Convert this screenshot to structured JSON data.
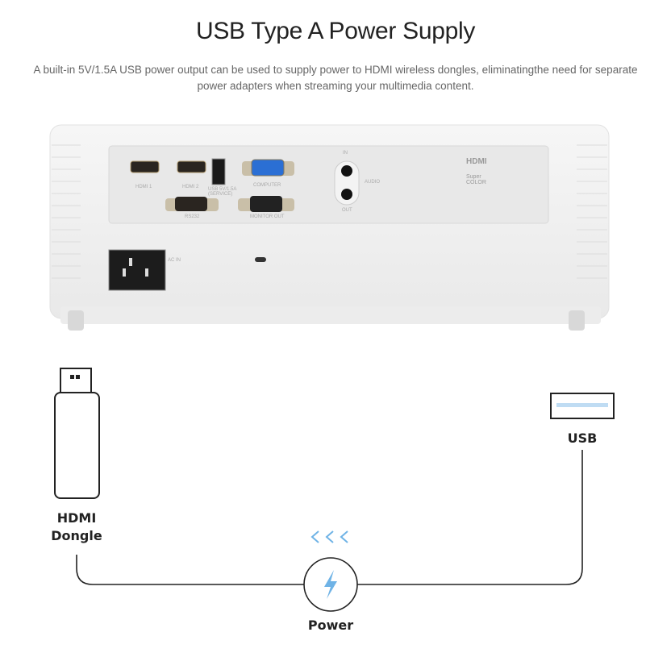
{
  "header": {
    "title": "USB Type A Power Supply",
    "description": "A built-in 5V/1.5A USB power output can be used to supply power to HDMI wireless dongles, eliminatingthe need for separate power adapters when streaming your multimedia content."
  },
  "projector": {
    "ports": {
      "hdmi1": "HDMI 1",
      "hdmi2": "HDMI 2",
      "usb": "USB 5V/1.5A (SERVICE)",
      "computer": "COMPUTER",
      "rs232": "RS232",
      "monitor_out": "MONITOR OUT",
      "audio_in": "IN",
      "audio": "AUDIO",
      "audio_out": "OUT",
      "ac_in": "AC IN"
    },
    "logos": {
      "hdmi": "HDMI",
      "supercolor": "Super COLOR"
    }
  },
  "diagram": {
    "dongle_label_line1": "HDMI",
    "dongle_label_line2": "Dongle",
    "usb_label": "USB",
    "power_label": "Power",
    "arrows": "<<<",
    "accent_color": "#6fb3e6"
  }
}
